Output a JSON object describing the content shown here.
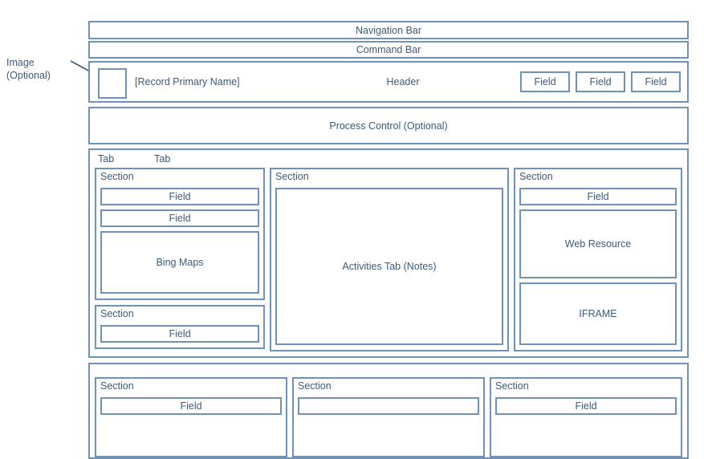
{
  "annotation": {
    "line1": "Image",
    "line2": "(Optional)",
    "arrow": "arrow-pointing-to-image-box"
  },
  "bars": {
    "navigation_bar": "Navigation Bar",
    "command_bar": "Command Bar",
    "process_control": "Process Control (Optional)"
  },
  "header": {
    "image_placeholder": "",
    "record_primary_name": "[Record Primary Name]",
    "title": "Header",
    "fields": [
      {
        "label": "Field"
      },
      {
        "label": "Field"
      },
      {
        "label": "Field"
      }
    ]
  },
  "tab_panel": {
    "tabs": [
      {
        "label": "Tab"
      },
      {
        "label": "Tab"
      }
    ],
    "left_column": {
      "section_a": {
        "title": "Section",
        "fields": [
          {
            "label": "Field"
          },
          {
            "label": "Field"
          }
        ],
        "block": {
          "label": "Bing Maps"
        }
      },
      "section_b": {
        "title": "Section",
        "fields": [
          {
            "label": "Field"
          }
        ]
      }
    },
    "middle_column": {
      "section": {
        "title": "Section",
        "block": {
          "label": "Activities Tab (Notes)"
        }
      }
    },
    "right_column": {
      "section": {
        "title": "Section",
        "fields": [
          {
            "label": "Field"
          }
        ],
        "blocks": [
          {
            "label": "Web Resource"
          },
          {
            "label": "IFRAME"
          }
        ]
      }
    }
  },
  "bottom_panel": {
    "sections": [
      {
        "title": "Section",
        "field": "Field"
      },
      {
        "title": "Section",
        "field": ""
      },
      {
        "title": "Section",
        "field": "Field"
      }
    ]
  },
  "colors": {
    "border": "#6f92b8",
    "text": "#3c5a7a",
    "background": "#ffffff"
  }
}
